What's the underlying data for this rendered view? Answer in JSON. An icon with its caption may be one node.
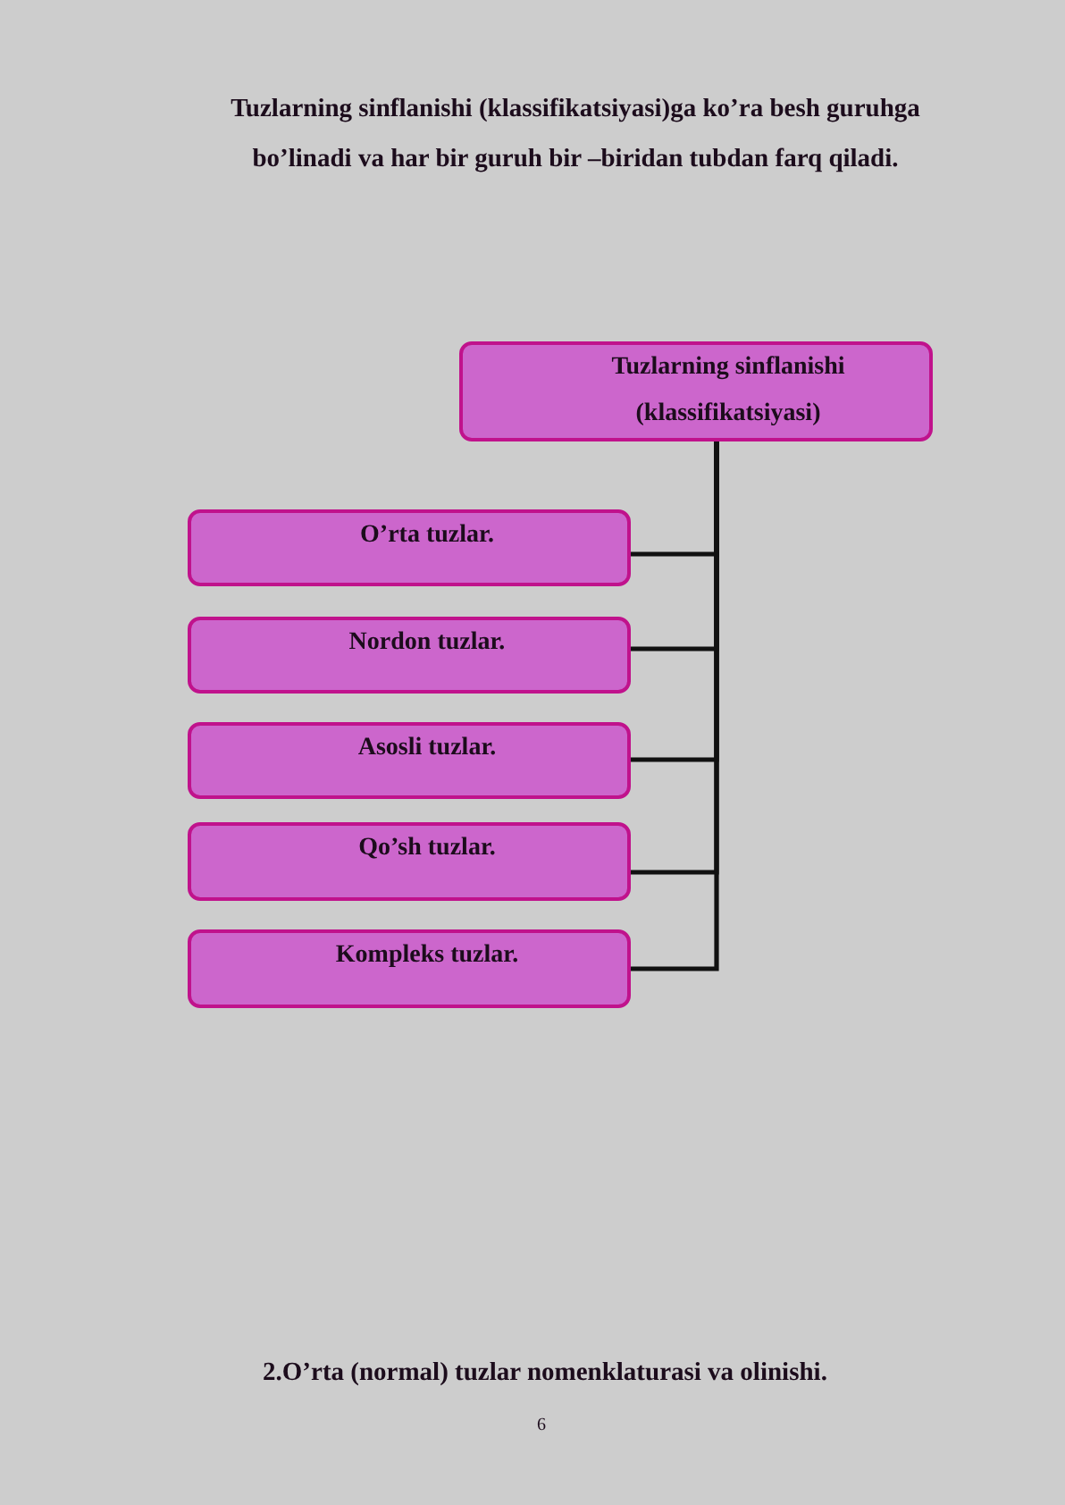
{
  "diagram": {
    "nodes": [
      {
        "text": [
          "Tuzlarning sinflanishi (klassifikatsiyasi)"
        ]
      },
      {
        "text": [
          "O’rta tuzlar."
        ]
      },
      {
        "text": [
          "Nordon tuzlar."
        ]
      },
      {
        "text": [
          "Asosli tuzlar."
        ]
      },
      {
        "text": [
          "Qo’sh tuzlar."
        ]
      },
      {
        "text": [
          "Kompleks tuzlar."
        ]
      }
    ],
    "edges": [
      {
        "from": 0,
        "to": 1,
        "arrow": "none"
      },
      {
        "from": 0,
        "to": 2,
        "arrow": "none"
      },
      {
        "from": 0,
        "to": 3,
        "arrow": "none"
      },
      {
        "from": 0,
        "to": 4,
        "arrow": "none"
      },
      {
        "from": 0,
        "to": 5,
        "arrow": "none"
      }
    ],
    "labels": [
      "Tuzlarning sinflanishi (klassifikatsiyasi)ga ko’ra besh guruhga bo’linadi va har bir guruh bir –biridan tubdan farq qiladi.",
      "2.O’rta (normal) tuzlar nomenklaturasi va olinishi.",
      "6"
    ]
  }
}
